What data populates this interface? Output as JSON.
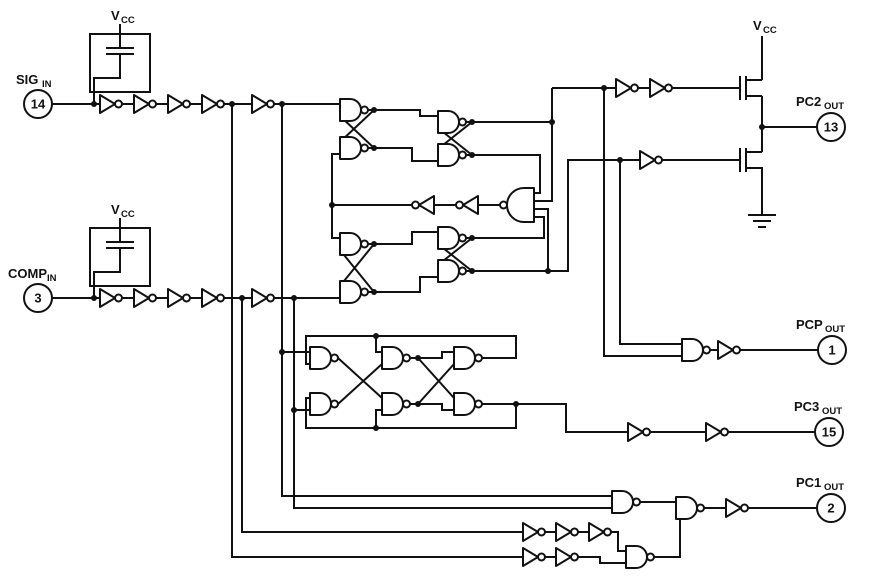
{
  "diagram": {
    "type": "logic-schematic",
    "colors": {
      "stroke": "#111111",
      "background": "#ffffff"
    },
    "vcc_label": {
      "main": "V",
      "sub": "CC"
    },
    "pins": {
      "sig_in": {
        "main": "SIG",
        "sub": "IN",
        "number": "14"
      },
      "comp_in": {
        "main": "COMP",
        "sub": "IN",
        "number": "3"
      },
      "pc2_out": {
        "main": "PC2",
        "sub": "OUT",
        "number": "13"
      },
      "pcp_out": {
        "main": "PCP",
        "sub": "OUT",
        "number": "1"
      },
      "pc3_out": {
        "main": "PC3",
        "sub": "OUT",
        "number": "15"
      },
      "pc1_out": {
        "main": "PC1",
        "sub": "OUT",
        "number": "2"
      }
    }
  }
}
